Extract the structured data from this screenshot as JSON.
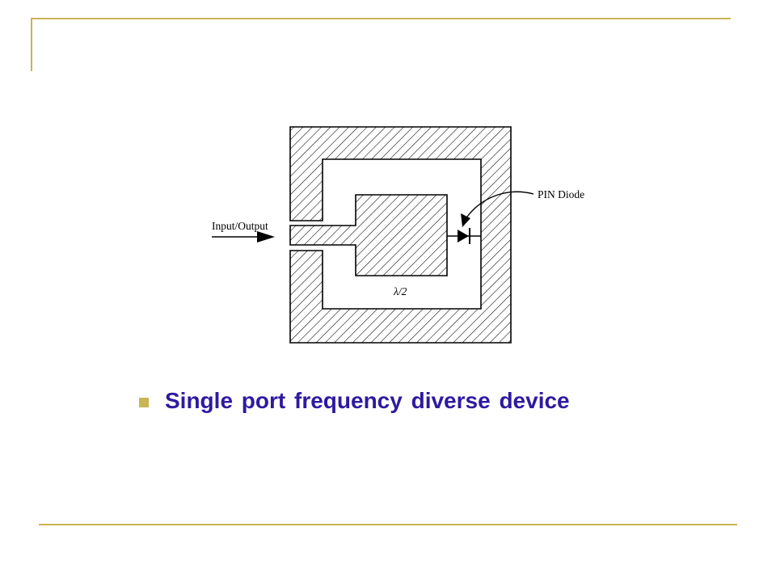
{
  "colors": {
    "accent_rule": "#c9b554",
    "bullet": "#c9b554",
    "caption_text": "#2e1aa0",
    "line": "#000000"
  },
  "diagram": {
    "labels": {
      "input_output": "Input/Output",
      "pin_diode": "PIN Diode",
      "half_wavelength": "λ/2"
    }
  },
  "caption": {
    "bullet_icon": "square-bullet-icon",
    "text": "Single port frequency diverse device"
  }
}
